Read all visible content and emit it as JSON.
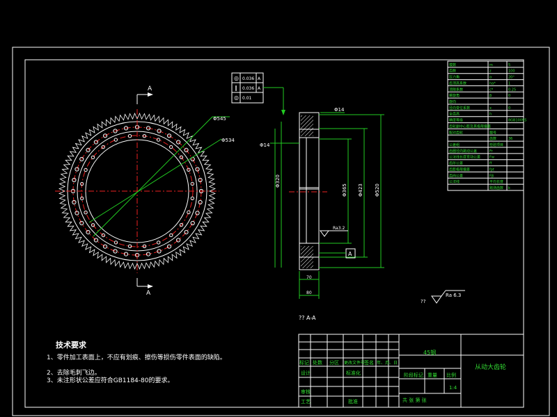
{
  "section_label": "A",
  "section_view_label": "?? A-A",
  "dimensions": {
    "outer_pcd": "Φ545",
    "inner_pcd": "Φ534",
    "hole_dia_top": "Φ14",
    "hole_dia_side": "Φ14",
    "width_inner": "70",
    "width_total": "80",
    "d1": "Φ320",
    "d2": "Φ365",
    "d3": "Φ423",
    "d4": "Φ520",
    "roughness_small": "Ra3.2",
    "roughness_general": "Ra 6.3",
    "roughness_prefix": "??",
    "datum": "A"
  },
  "tolerance_frame": {
    "rows": [
      {
        "symbol": "◎",
        "value": "0.036",
        "datum": "A"
      },
      {
        "symbol": "∥",
        "value": "0.036",
        "datum": "A"
      },
      {
        "symbol": "◎",
        "value": "0.01",
        "datum": ""
      }
    ]
  },
  "tech_requirements": {
    "title": "技术要求",
    "items": [
      "1、零件加工表面上，不应有划痕、擦伤等损伤零件表面的缺陷。",
      "2、去除毛刺飞边。",
      "3、未注形状公差应符合GB1184-80的要求。"
    ]
  },
  "title_block": {
    "material": "45钢",
    "part_name": "从动大齿轮",
    "revision_headers": [
      "标记",
      "处数",
      "分区",
      "更改文件号",
      "签名",
      "年、月、日"
    ],
    "row_design": "设计",
    "row_standard": "标准化",
    "row_review": "审核",
    "row_process": "工艺",
    "row_approve": "批准",
    "stage_label": "阶段标记",
    "weight_label": "重量",
    "scale_label": "比例",
    "scale_value": "1:4",
    "sheets_label": "共  张  第  张"
  },
  "param_table": {
    "rows": [
      [
        "模数",
        "m",
        "5"
      ],
      [
        "齿数",
        "z",
        "100"
      ],
      [
        "压力角",
        "α",
        "20°"
      ],
      [
        "齿顶高系数",
        "ha*",
        "1"
      ],
      [
        "顶隙系数",
        "c*",
        "0.25"
      ],
      [
        "螺旋角",
        "β",
        "0"
      ],
      [
        "旋向",
        "",
        ""
      ],
      [
        "径向变位系数",
        "x",
        "0"
      ],
      [
        "全齿高",
        "h",
        ""
      ],
      [
        "精度等级",
        "",
        "8GB10095"
      ],
      [
        "齿轮副中心距及其极限偏差",
        "",
        ""
      ],
      [
        "配对齿轮",
        "图号",
        ""
      ],
      [
        "",
        "齿数",
        "36"
      ],
      [
        "公差组",
        "检验项目",
        ""
      ],
      [
        "齿圈径向跳动公差",
        "Fr",
        ""
      ],
      [
        "公法线长度变动公差",
        "Fw",
        ""
      ],
      [
        "齿形公差",
        "ff",
        ""
      ],
      [
        "齿距极限偏差",
        "fpt",
        ""
      ],
      [
        "齿向公差",
        "Fβ",
        ""
      ],
      [
        "公法线",
        "平均长度",
        ""
      ],
      [
        "",
        "跨测齿数",
        "k"
      ]
    ]
  }
}
